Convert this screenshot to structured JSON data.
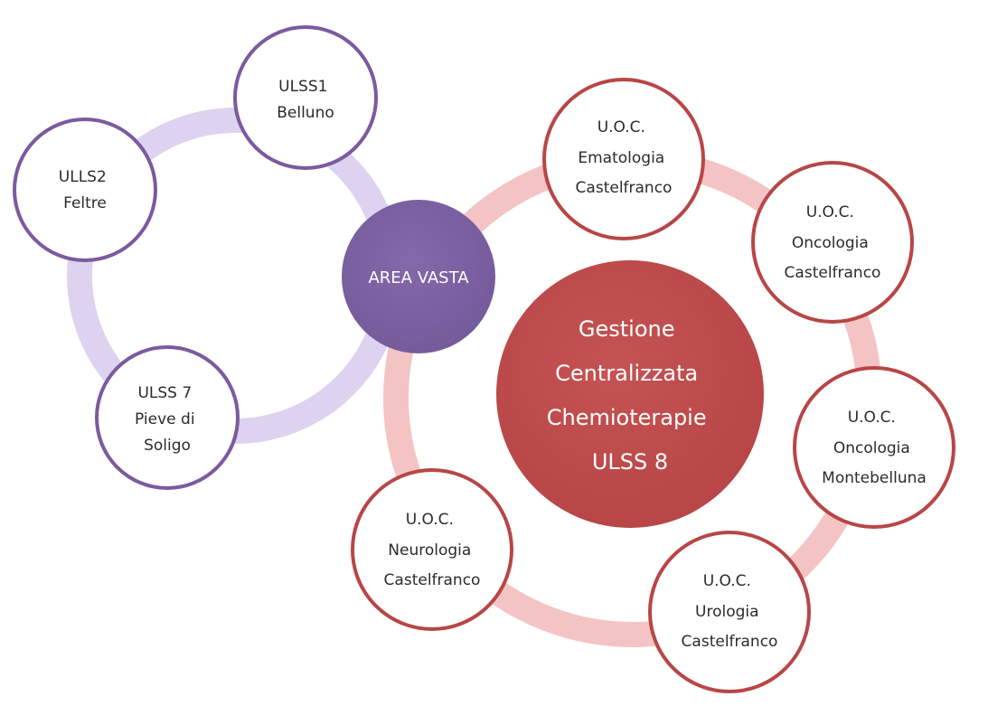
{
  "center": {
    "lines": [
      "Gestione",
      "Centralizzata",
      "Chemioterapie",
      "ULSS 8"
    ]
  },
  "hub": {
    "label": "AREA VASTA"
  },
  "area_vasta_nodes": [
    {
      "id": "ulss1",
      "lines": [
        "ULSS1",
        "Belluno"
      ]
    },
    {
      "id": "ulss2",
      "lines": [
        "ULLS2",
        "Feltre"
      ]
    },
    {
      "id": "ulss7",
      "lines": [
        "ULSS 7",
        "Pieve di",
        "Soligo"
      ]
    }
  ],
  "uoc_nodes": [
    {
      "id": "ematologia",
      "lines": [
        "U.O.C.",
        "Ematologia",
        "Castelfranco"
      ]
    },
    {
      "id": "oncologia-castelfranco",
      "lines": [
        "U.O.C.",
        "Oncologia",
        "Castelfranco"
      ]
    },
    {
      "id": "oncologia-montebelluna",
      "lines": [
        "U.O.C.",
        "Oncologia",
        "Montebelluna"
      ]
    },
    {
      "id": "urologia",
      "lines": [
        "U.O.C.",
        "Urologia",
        "Castelfranco"
      ]
    },
    {
      "id": "neurologia",
      "lines": [
        "U.O.C.",
        "Neurologia",
        "Castelfranco"
      ]
    }
  ],
  "colors": {
    "purple_ring": "#d9cfee",
    "purple_ring_dark": "#c3b3e2",
    "purple_stroke": "#7b5a9e",
    "hub_fill": "#7d63a3",
    "red_ring": "#f3b9b9",
    "red_stroke": "#b84646",
    "center_fill": "#bf4b4b"
  }
}
